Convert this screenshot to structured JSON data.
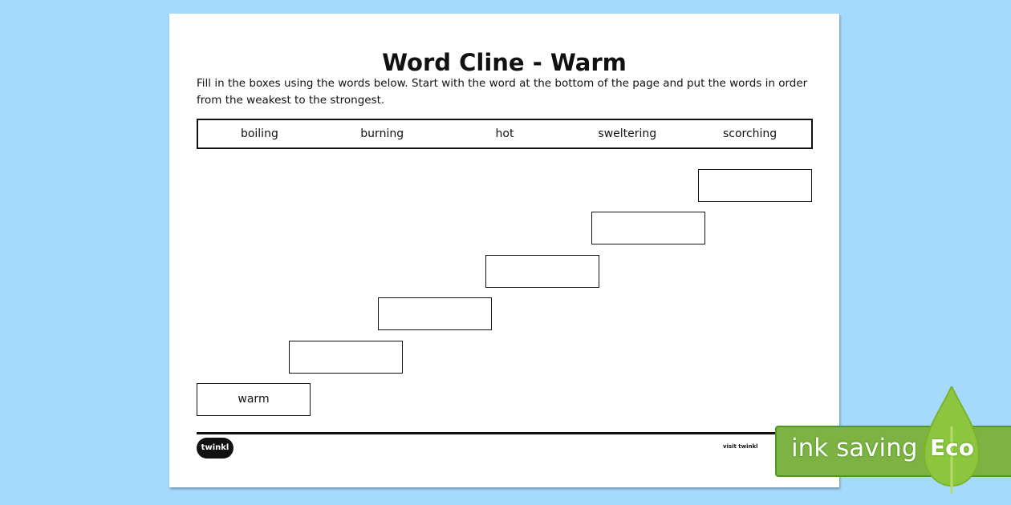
{
  "title": "Word Cline - Warm",
  "instructions": "Fill in the boxes using the words below. Start with the word at the bottom of the page and put the words in order from the weakest to the strongest.",
  "word_bank": [
    "boiling",
    "burning",
    "hot",
    "sweltering",
    "scorching"
  ],
  "cline_boxes": [
    "",
    "",
    "",
    "",
    "",
    "warm"
  ],
  "logo": "twinkl",
  "footer": "visit twinkl",
  "badge": {
    "text": "ink saving",
    "label": "Eco",
    "color": "#7cb342"
  }
}
